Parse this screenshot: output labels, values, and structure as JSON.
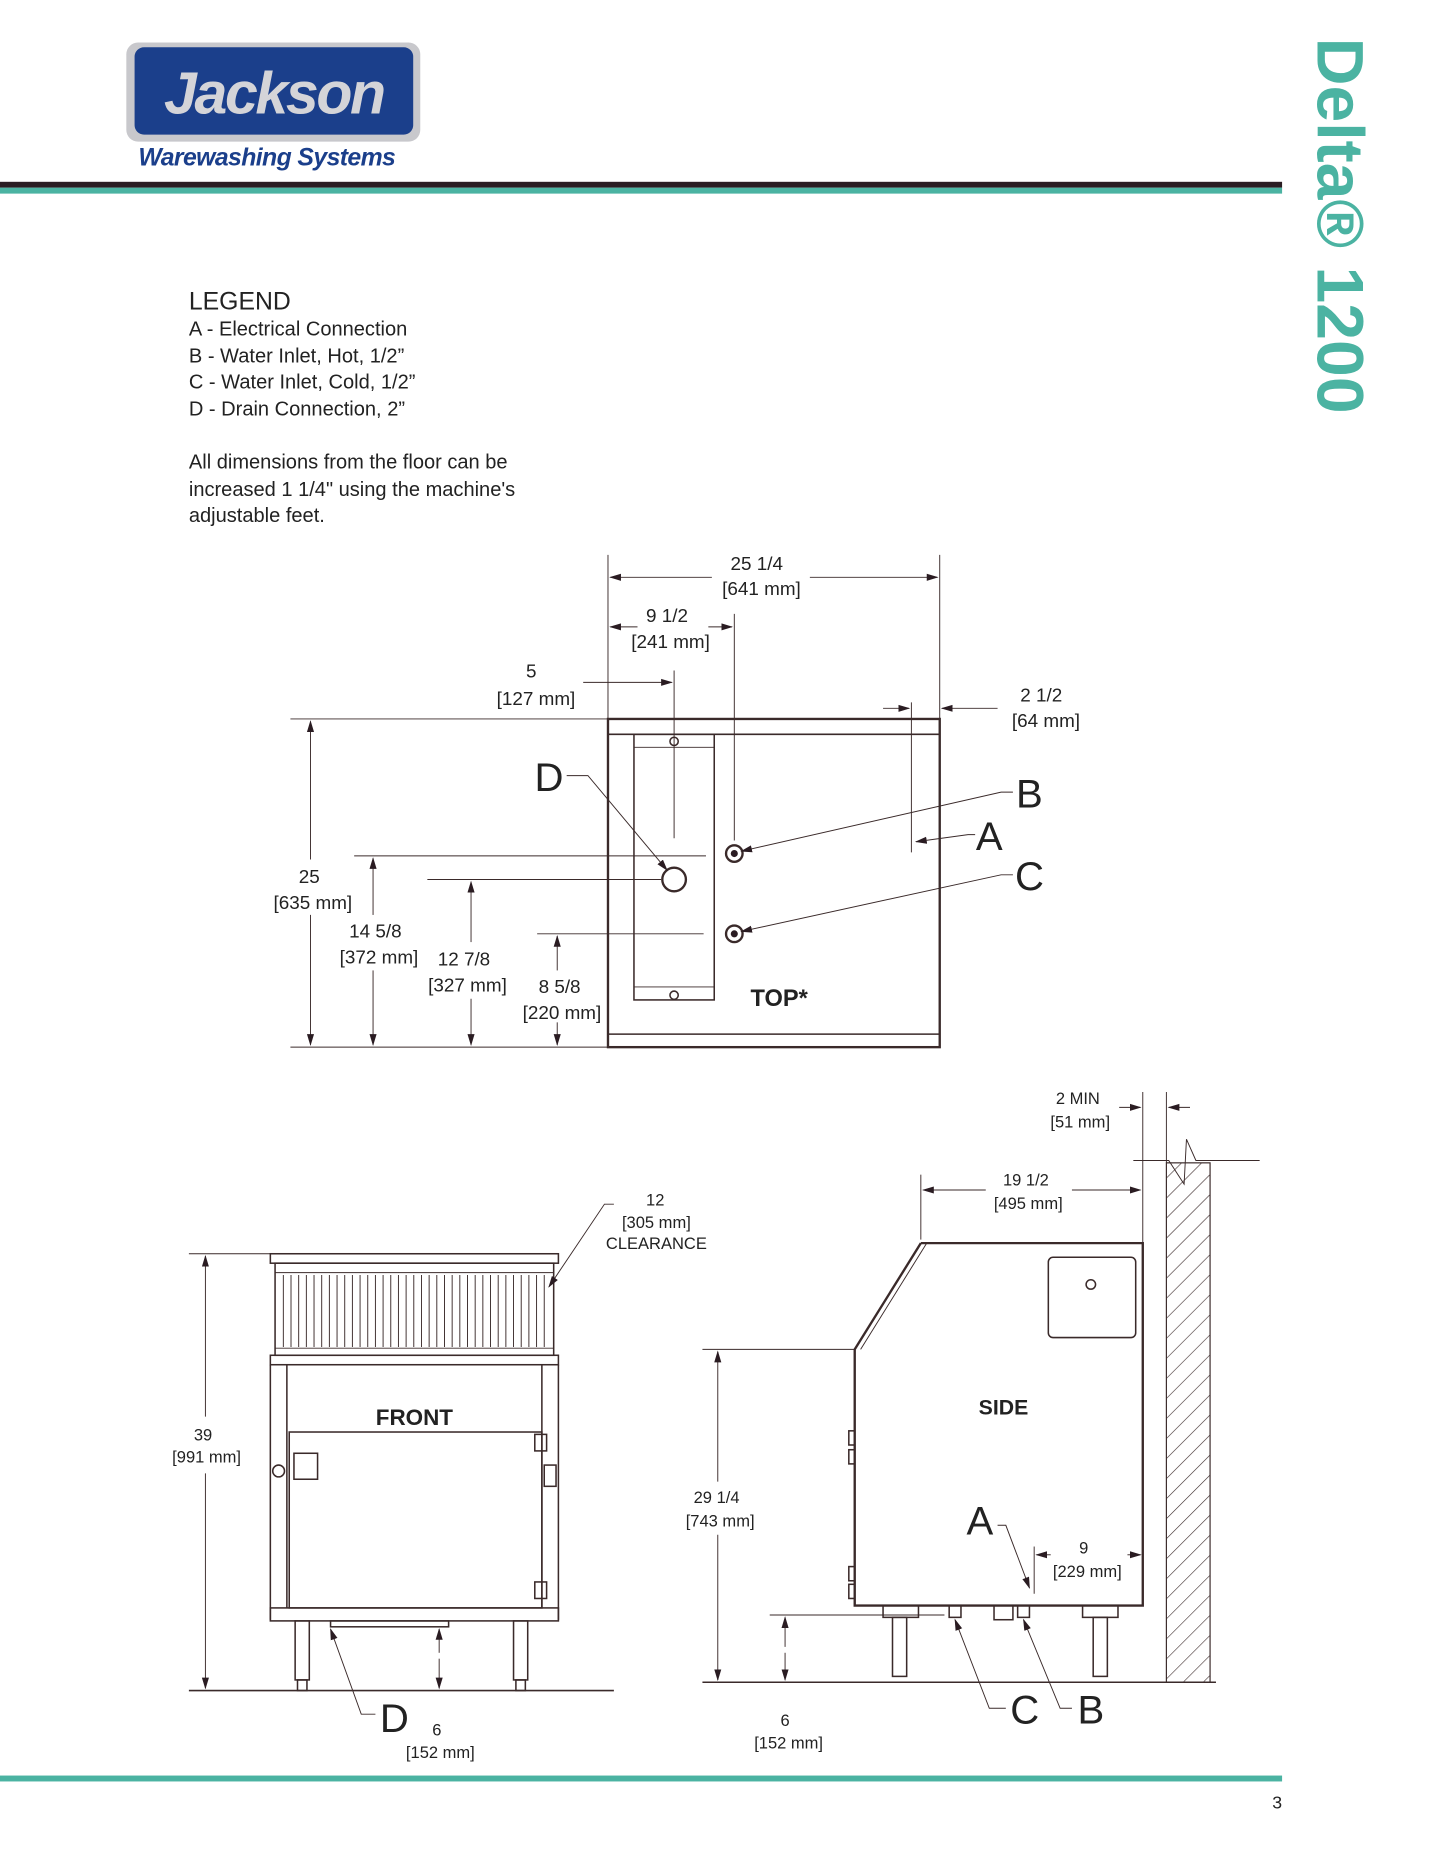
{
  "brand": {
    "logo_text": "Jackson",
    "tagline": "Warewashing Systems",
    "product_title": "Delta® 1200"
  },
  "colors": {
    "teal": "#4bb3a2",
    "navy": "#1b3f8b",
    "dark_rule": "#2a1c22"
  },
  "legend": {
    "title": "LEGEND",
    "items": [
      "A - Electrical Connection",
      "B - Water Inlet, Hot, 1/2”",
      "C - Water Inlet, Cold, 1/2”",
      "D - Drain Connection, 2”"
    ],
    "note": [
      "All dimensions from the floor can be",
      "increased 1 1/4\" using the machine's",
      "adjustable feet."
    ]
  },
  "top_view": {
    "label": "TOP*",
    "callouts": {
      "a": "A",
      "b": "B",
      "c": "C",
      "d": "D"
    },
    "dims": {
      "width": [
        "25 1/4",
        "[641 mm]"
      ],
      "to_inlets": [
        "9 1/2",
        "[241 mm]"
      ],
      "to_drain": [
        "5",
        "[127 mm]"
      ],
      "to_electrical": [
        "2 1/2",
        "[64 mm]"
      ],
      "depth": [
        "25",
        "[635 mm]"
      ],
      "hot_inlet": [
        "14 5/8",
        "[372 mm]"
      ],
      "drain": [
        "12 7/8",
        "[327 mm]"
      ],
      "cold_inlet": [
        "8 5/8",
        "[220 mm]"
      ]
    }
  },
  "front_view": {
    "label": "FRONT",
    "callouts": {
      "d": "D"
    },
    "dims": {
      "height": [
        "39",
        "[991 mm]"
      ],
      "clearance": [
        "12",
        "[305 mm]",
        "CLEARANCE"
      ],
      "drain_height": [
        "6",
        "[152 mm]"
      ]
    }
  },
  "side_view": {
    "label": "SIDE",
    "callouts": {
      "a": "A",
      "b": "B",
      "c": "C"
    },
    "dims": {
      "wall_gap": [
        "2 MIN",
        "[51 mm]"
      ],
      "depth": [
        "19 1/2",
        "[495 mm]"
      ],
      "table_height": [
        "29 1/4",
        "[743 mm]"
      ],
      "inlet_height": [
        "6",
        "[152 mm]"
      ],
      "electrical": [
        "9",
        "[229 mm]"
      ]
    }
  },
  "page_number": "3"
}
